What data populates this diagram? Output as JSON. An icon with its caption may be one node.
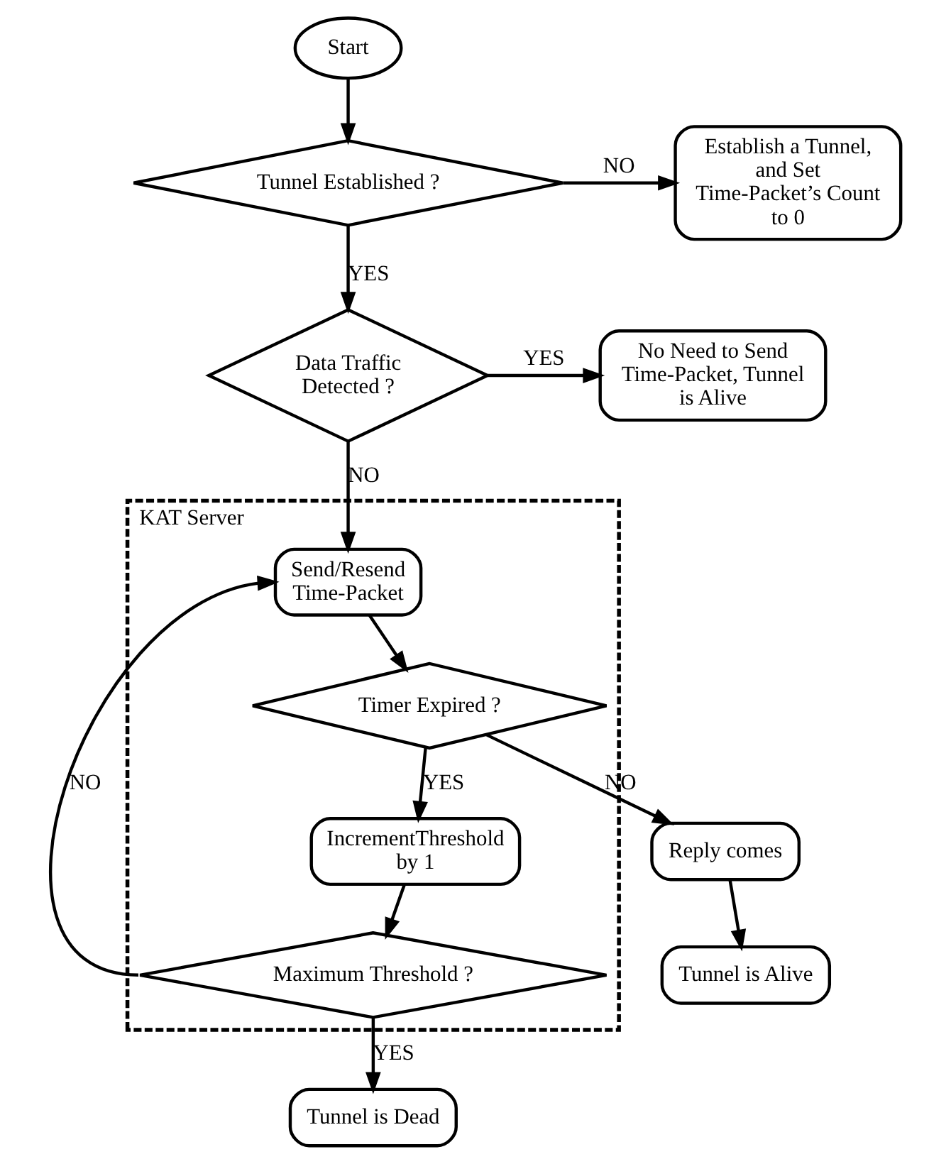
{
  "diagram": {
    "nodes": [
      {
        "text": [
          "Start"
        ]
      },
      {
        "text": [
          "Tunnel Established ?"
        ]
      },
      {
        "text": [
          "Establish a Tunnel, and Set Time-Packet’s Count to 0"
        ]
      },
      {
        "text": [
          "Data Traffic Detected ?"
        ]
      },
      {
        "text": [
          "No Need to Send Time-Packet, Tunnel is Alive"
        ]
      },
      {
        "text": [
          "KAT Server"
        ]
      },
      {
        "text": [
          "Send/Resend Time-Packet"
        ],
        "in": 5
      },
      {
        "text": [
          "Timer Expired ?"
        ],
        "in": 5
      },
      {
        "text": [
          "Reply comes"
        ]
      },
      {
        "text": [
          "Tunnel is Alive"
        ]
      },
      {
        "text": [
          "IncrementThreshold by 1"
        ],
        "in": 5
      },
      {
        "text": [
          "Maximum Threshold ?"
        ],
        "in": 5
      },
      {
        "text": [
          "Tunnel is Dead"
        ]
      }
    ],
    "edges": [
      {
        "from": 0,
        "to": 1,
        "arrow": "to"
      },
      {
        "from": 1,
        "to": 2,
        "arrow": "to",
        "label": "NO"
      },
      {
        "from": 1,
        "to": 3,
        "arrow": "to",
        "label": "YES"
      },
      {
        "from": 3,
        "to": 4,
        "arrow": "to",
        "label": "YES"
      },
      {
        "from": 3,
        "to": 6,
        "arrow": "to",
        "label": "NO"
      },
      {
        "from": 6,
        "to": 7,
        "arrow": "to"
      },
      {
        "from": 7,
        "to": 8,
        "arrow": "to",
        "label": "NO"
      },
      {
        "from": 8,
        "to": 9,
        "arrow": "to"
      },
      {
        "from": 7,
        "to": 10,
        "arrow": "to",
        "label": "YES"
      },
      {
        "from": 10,
        "to": 11,
        "arrow": "to"
      },
      {
        "from": 11,
        "to": 6,
        "arrow": "to",
        "label": "NO"
      },
      {
        "from": 11,
        "to": 12,
        "arrow": "to",
        "label": "YES"
      }
    ]
  }
}
